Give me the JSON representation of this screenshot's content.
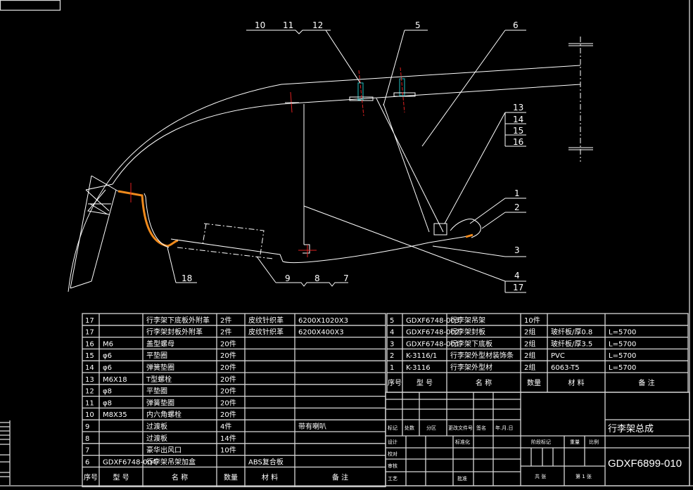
{
  "colors": {
    "background": "#000000",
    "line": "#ffffff",
    "highlight": "#f08a1c",
    "centerline": "#e02020",
    "bolt": "#20c0c0"
  },
  "balloons": {
    "b10": "10",
    "b11": "11",
    "b12": "12",
    "b5": "5",
    "b6": "6",
    "b13": "13",
    "b14": "14",
    "b15": "15",
    "b16": "16",
    "b1": "1",
    "b2": "2",
    "b3": "3",
    "b4": "4",
    "b17": "17",
    "b18": "18",
    "b9": "9",
    "b8": "8",
    "b7": "7"
  },
  "bom_left": {
    "rows": [
      [
        "17",
        "",
        "行李架下底板外附革",
        "2件",
        "皮纹针织革",
        "6200X1020X3"
      ],
      [
        "17",
        "",
        "行李架封板外附革",
        "2件",
        "皮纹针织革",
        "6200X400X3"
      ],
      [
        "16",
        "M6",
        "盖型螺母",
        "20件",
        "",
        ""
      ],
      [
        "15",
        "φ6",
        "平垫圈",
        "20件",
        "",
        ""
      ],
      [
        "14",
        "φ6",
        "弹簧垫圈",
        "20件",
        "",
        ""
      ],
      [
        "13",
        "M6X18",
        "T型螺栓",
        "20件",
        "",
        ""
      ],
      [
        "12",
        "φ8",
        "平垫圈",
        "20件",
        "",
        ""
      ],
      [
        "11",
        "φ8",
        "弹簧垫圈",
        "20件",
        "",
        ""
      ],
      [
        "10",
        "M8X35",
        "内六角螺栓",
        "20件",
        "",
        ""
      ],
      [
        "9",
        "",
        "过渡板",
        "4件",
        "",
        "带有喇叭"
      ],
      [
        "8",
        "",
        "过渡板",
        "14件",
        "",
        ""
      ],
      [
        "7",
        "",
        "豪华出风口",
        "10件",
        "",
        ""
      ],
      [
        "6",
        "GDXF6748-004",
        "行李架吊架加盒",
        "",
        "ABS复合板",
        ""
      ]
    ],
    "header": [
      "序号",
      "型 号",
      "名  称",
      "数量",
      "材 料",
      "备  注"
    ]
  },
  "bom_right": {
    "rows": [
      [
        "5",
        "GDXF6748-003",
        "行李架吊架",
        "10件",
        "",
        ""
      ],
      [
        "4",
        "GDXF6748-002",
        "行李架封板",
        "2组",
        "玻纤板/厚0.8",
        "L=5700"
      ],
      [
        "3",
        "GDXF6748-001",
        "行李架下底板",
        "2组",
        "玻纤板/厚3.5",
        "L=5700"
      ],
      [
        "2",
        "K-3116/1",
        "行李架外型材装饰条",
        "2组",
        "PVC",
        "L=5700"
      ],
      [
        "1",
        "K-3116",
        "行李架外型材",
        "2组",
        "6063-T5",
        "L=5700"
      ]
    ],
    "header": [
      "序号",
      "型 号",
      "名  称",
      "数量",
      "材 料",
      "备  注"
    ]
  },
  "title_block": {
    "rev_headers": [
      "标记",
      "处数",
      "分区",
      "更改文件号",
      "签名",
      "年.月.日"
    ],
    "design": "设计",
    "standardize": "标准化",
    "check": "校对",
    "review": "审核",
    "process": "工艺",
    "approve": "批准",
    "stage_mark": "阶段标记",
    "weight": "重量",
    "scale": "比例",
    "sheets_total": "共 张",
    "sheet_no": "第 1 张",
    "drawing_title": "行李架总成",
    "drawing_number": "GDXF6899-010"
  }
}
